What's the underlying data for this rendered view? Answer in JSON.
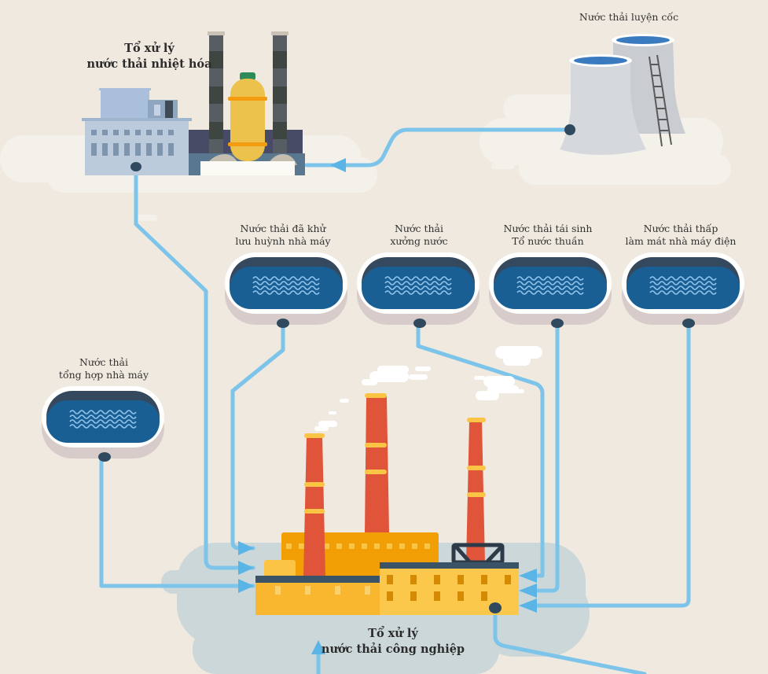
{
  "diagram": {
    "title": "Industrial wastewater treatment flow",
    "colors": {
      "background": "#efe9df",
      "pipe": "#7cc4ea",
      "arrow": "#5ab4e6",
      "tank_water": "#1a5f94",
      "tank_rim": "#ffffff",
      "tank_base": "#d8cccb",
      "tank_dark": "#34495e",
      "chimney": "#e0553a",
      "chimney_band": "#fbc444",
      "factory_orange": "#f29f05",
      "factory_yellow": "#fbc444",
      "factory_roof": "#3b5366",
      "ground_cloud": "#ccd7d9",
      "chem_building": "#b9c9dc",
      "reactor": "#ecc14c",
      "cooling_tower": "#d5d9dd"
    },
    "nodes": {
      "chemical_plant": {
        "line1": "Tổ xử lý",
        "line2": "nước thải nhiệt hóa"
      },
      "coking": {
        "line1": "Nước thải luyện cốc"
      },
      "desulfurization": {
        "line1": "Nước thải đã khử",
        "line2": "lưu huỳnh nhà máy"
      },
      "workshop": {
        "line1": "Nước thải",
        "line2": "xưởng nước"
      },
      "regeneration": {
        "line1": "Nước thải tái sinh",
        "line2": "Tổ nước thuần"
      },
      "cooling": {
        "line1": "Nước thải thấp",
        "line2": "làm mát nhà máy điện"
      },
      "general": {
        "line1": "Nước thải",
        "line2": "tổng hợp nhà máy"
      },
      "industrial_plant": {
        "line1": "Tổ xử lý",
        "line2": "nước thải công nghiệp"
      }
    }
  }
}
